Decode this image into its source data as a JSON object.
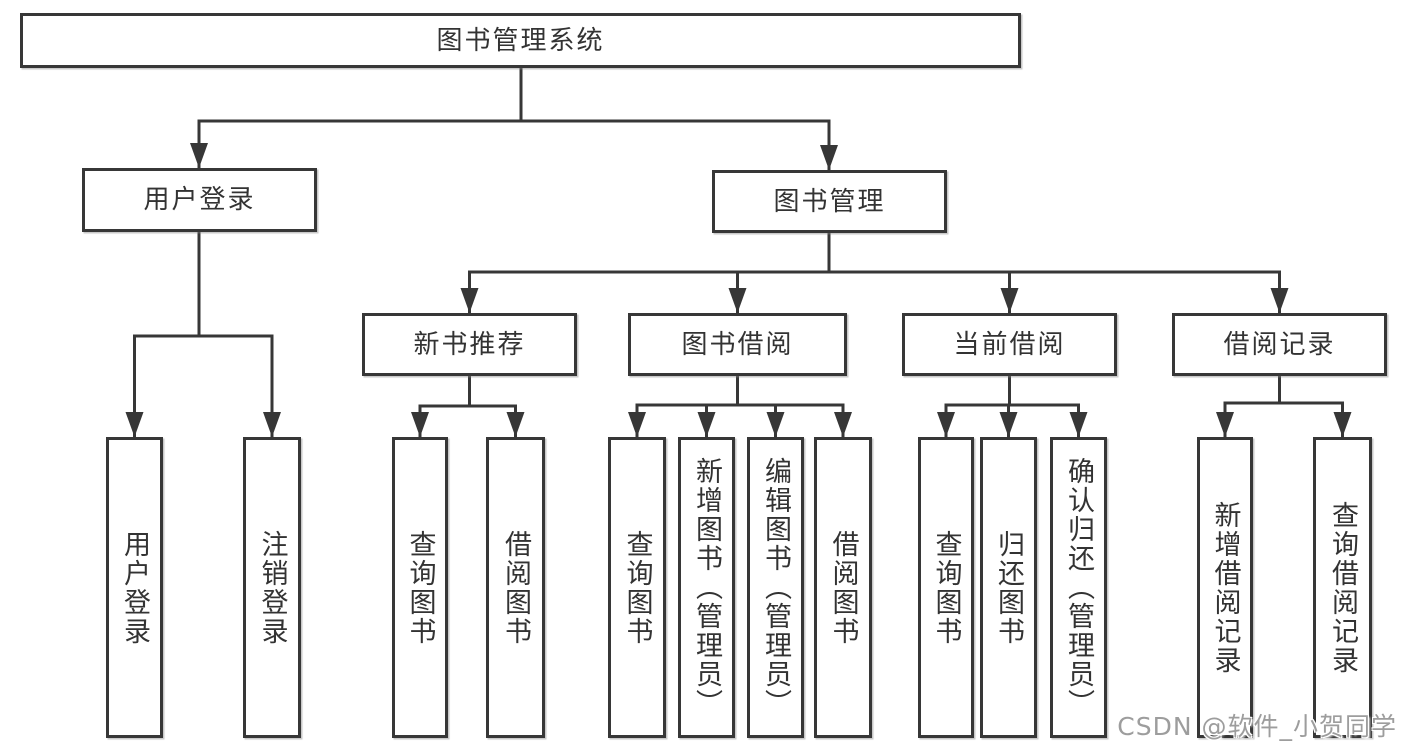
{
  "diagram": {
    "root": {
      "label": "图书管理系统"
    },
    "level2": [
      {
        "label": "用户登录"
      },
      {
        "label": "图书管理"
      }
    ],
    "level3": [
      {
        "label": "新书推荐"
      },
      {
        "label": "图书借阅"
      },
      {
        "label": "当前借阅"
      },
      {
        "label": "借阅记录"
      }
    ],
    "leaves": {
      "user_login": [
        "用户登录",
        "注销登录"
      ],
      "new_book": [
        "查询图书",
        "借阅图书"
      ],
      "book_borrow": [
        "查询图书",
        "新增图书（管理员）",
        "编辑图书（管理员）",
        "借阅图书"
      ],
      "current_borrow": [
        "查询图书",
        "归还图书",
        "确认归还（管理员）"
      ],
      "borrow_record": [
        "新增借阅记录",
        "查询借阅记录"
      ]
    }
  },
  "watermark": "CSDN @软件_小贺同学",
  "colors": {
    "line": "#373737",
    "box_border": "#373737",
    "box_fill": "#ffffff",
    "text": "#333333",
    "watermark": "#9d9d9d"
  }
}
